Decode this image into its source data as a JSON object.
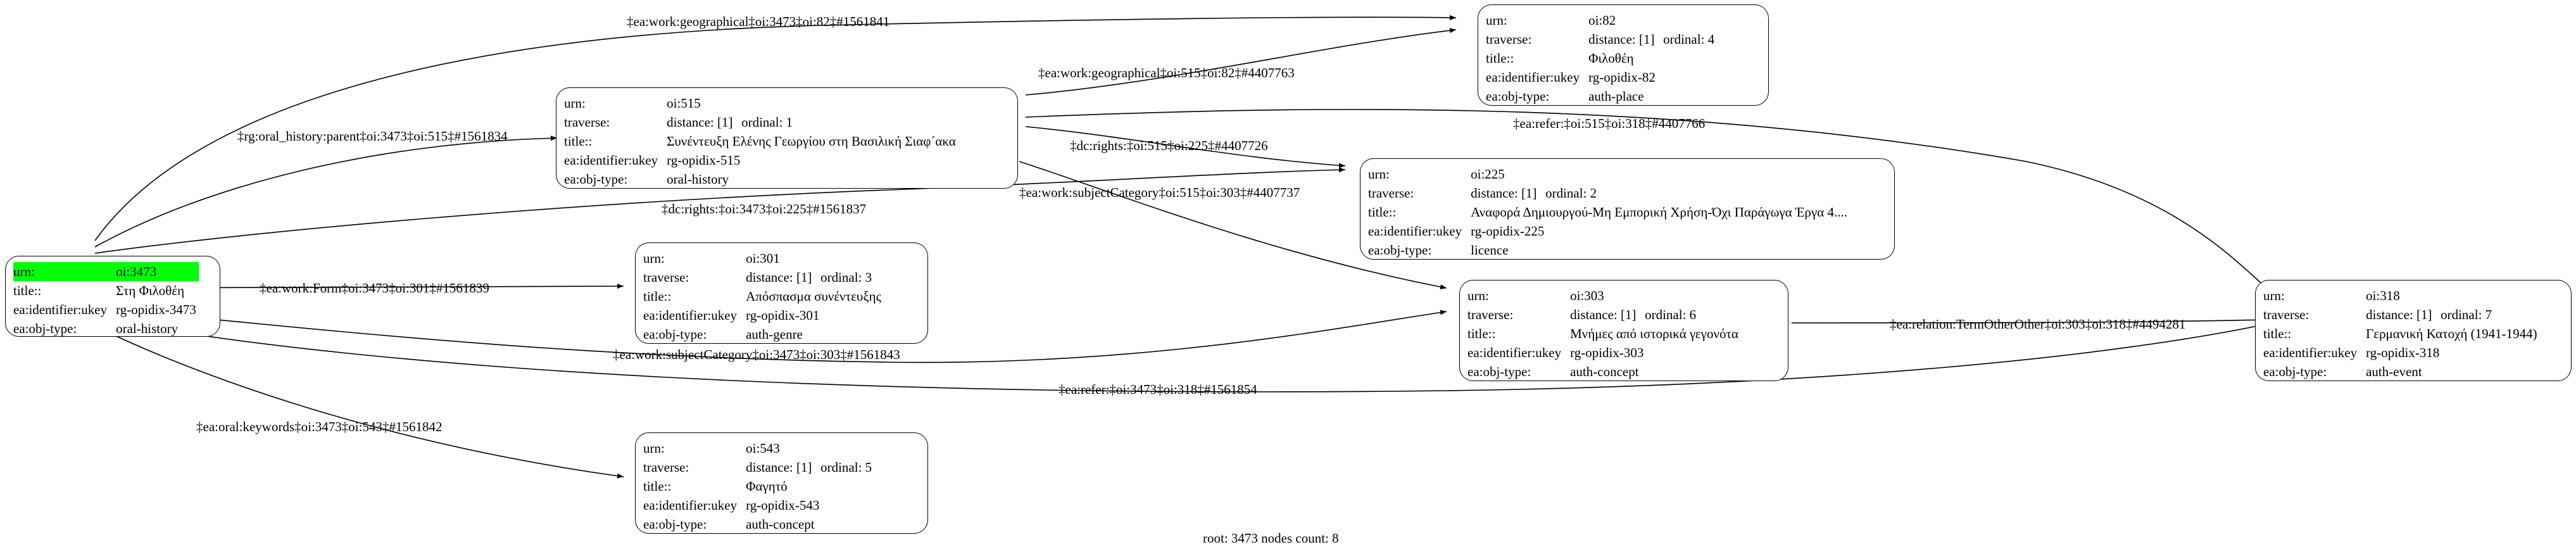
{
  "graph": {
    "footer": "root: 3473 nodes count: 8",
    "root_highlight_color": "#00ff00",
    "field_labels": {
      "urn": "urn:",
      "traverse": "traverse:",
      "title": "title::",
      "ukey": "ea:identifier:ukey",
      "objtype": "ea:obj-type:"
    },
    "nodes": [
      {
        "id": "n3473",
        "urn": "oi:3473",
        "traverse": "",
        "distance": "",
        "ordinal": "",
        "title": "Στη Φιλοθέη",
        "ukey": "rg-opidix-3473",
        "objtype": "oral-history",
        "highlighted": true
      },
      {
        "id": "n515",
        "urn": "oi:515",
        "traverse": "traverse:",
        "distance": "distance: [1]",
        "ordinal": "ordinal: 1",
        "title": "Συνέντευξη Ελένης Γεωργίου στη Βασιλική Σιαφ´ακα",
        "ukey": "rg-opidix-515",
        "objtype": "oral-history",
        "highlighted": false
      },
      {
        "id": "n82",
        "urn": "oi:82",
        "traverse": "traverse:",
        "distance": "distance: [1]",
        "ordinal": "ordinal: 4",
        "title": "Φιλοθέη",
        "ukey": "rg-opidix-82",
        "objtype": "auth-place",
        "highlighted": false
      },
      {
        "id": "n225",
        "urn": "oi:225",
        "traverse": "traverse:",
        "distance": "distance: [1]",
        "ordinal": "ordinal: 2",
        "title": "Αναφορά Δημιουργού-Μη Εμπορική Χρήση-Όχι Παράγωγα Έργα 4....",
        "ukey": "rg-opidix-225",
        "objtype": "licence",
        "highlighted": false
      },
      {
        "id": "n301",
        "urn": "oi:301",
        "traverse": "traverse:",
        "distance": "distance: [1]",
        "ordinal": "ordinal: 3",
        "title": "Απόσπασμα συνέντευξης",
        "ukey": "rg-opidix-301",
        "objtype": "auth-genre",
        "highlighted": false
      },
      {
        "id": "n303",
        "urn": "oi:303",
        "traverse": "traverse:",
        "distance": "distance: [1]",
        "ordinal": "ordinal: 6",
        "title": "Μνήμες από ιστορικά γεγονότα",
        "ukey": "rg-opidix-303",
        "objtype": "auth-concept",
        "highlighted": false
      },
      {
        "id": "n318",
        "urn": "oi:318",
        "traverse": "traverse:",
        "distance": "distance: [1]",
        "ordinal": "ordinal: 7",
        "title": "Γερμανική Κατοχή (1941-1944)",
        "ukey": "rg-opidix-318",
        "objtype": "auth-event",
        "highlighted": false
      },
      {
        "id": "n543",
        "urn": "oi:543",
        "traverse": "traverse:",
        "distance": "distance: [1]",
        "ordinal": "ordinal: 5",
        "title": "Φαγητό",
        "ukey": "rg-opidix-543",
        "objtype": "auth-concept",
        "highlighted": false
      }
    ],
    "edges": [
      {
        "id": "e1",
        "label": "‡ea:work:geographical‡oi:3473‡oi:82‡#1561841",
        "from": "oi:3473",
        "to": "oi:82"
      },
      {
        "id": "e2",
        "label": "‡ea:work:geographical‡oi:515‡oi:82‡#4407763",
        "from": "oi:515",
        "to": "oi:82"
      },
      {
        "id": "e3",
        "label": "‡rg:oral_history:parent‡oi:3473‡oi:515‡#1561834",
        "from": "oi:3473",
        "to": "oi:515"
      },
      {
        "id": "e4",
        "label": "‡dc:rights:‡oi:515‡oi:225‡#4407726",
        "from": "oi:515",
        "to": "oi:225"
      },
      {
        "id": "e5",
        "label": "‡ea:refer:‡oi:515‡oi:318‡#4407766",
        "from": "oi:515",
        "to": "oi:318"
      },
      {
        "id": "e6",
        "label": "‡ea:work:subjectCategory‡oi:515‡oi:303‡#4407737",
        "from": "oi:515",
        "to": "oi:303"
      },
      {
        "id": "e7",
        "label": "‡dc:rights:‡oi:3473‡oi:225‡#1561837",
        "from": "oi:3473",
        "to": "oi:225"
      },
      {
        "id": "e8",
        "label": "‡ea:work:Form‡oi:3473‡oi:301‡#1561839",
        "from": "oi:3473",
        "to": "oi:301"
      },
      {
        "id": "e9",
        "label": "‡ea:work:subjectCategory‡oi:3473‡oi:303‡#1561843",
        "from": "oi:3473",
        "to": "oi:303"
      },
      {
        "id": "e10",
        "label": "‡ea:refer:‡oi:3473‡oi:318‡#1561854",
        "from": "oi:3473",
        "to": "oi:318"
      },
      {
        "id": "e11",
        "label": "‡ea:relation:TermOtherOther‡oi:303‡oi:318‡#4494281",
        "from": "oi:303",
        "to": "oi:318"
      },
      {
        "id": "e12",
        "label": "‡ea:oral:keywords‡oi:3473‡oi:543‡#1561842",
        "from": "oi:3473",
        "to": "oi:543"
      }
    ]
  }
}
